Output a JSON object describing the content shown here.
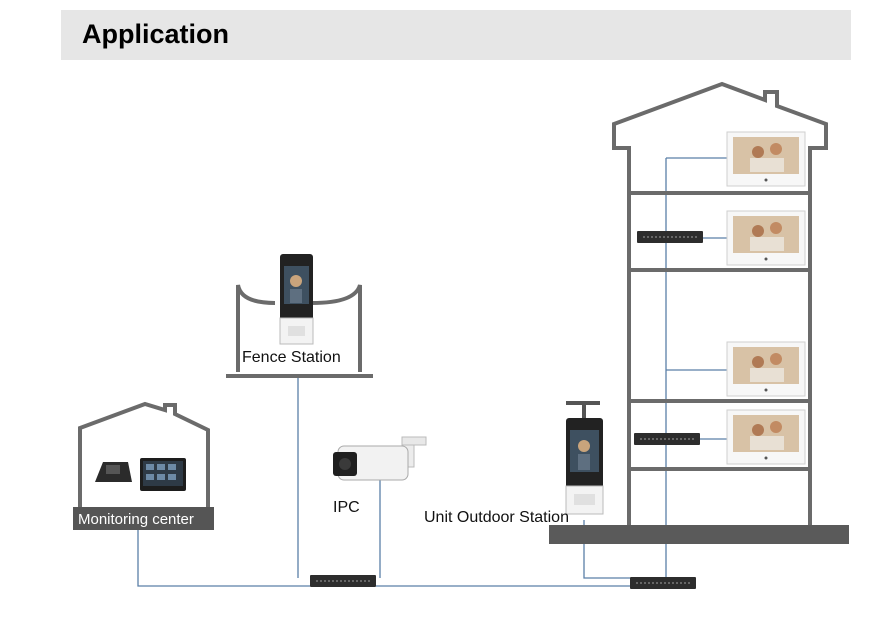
{
  "header": {
    "title": "Application"
  },
  "labels": {
    "fence_station": "Fence Station",
    "ipc": "IPC",
    "monitoring_center": "Monitoring center",
    "unit_outdoor_station": "Unit Outdoor Station"
  }
}
